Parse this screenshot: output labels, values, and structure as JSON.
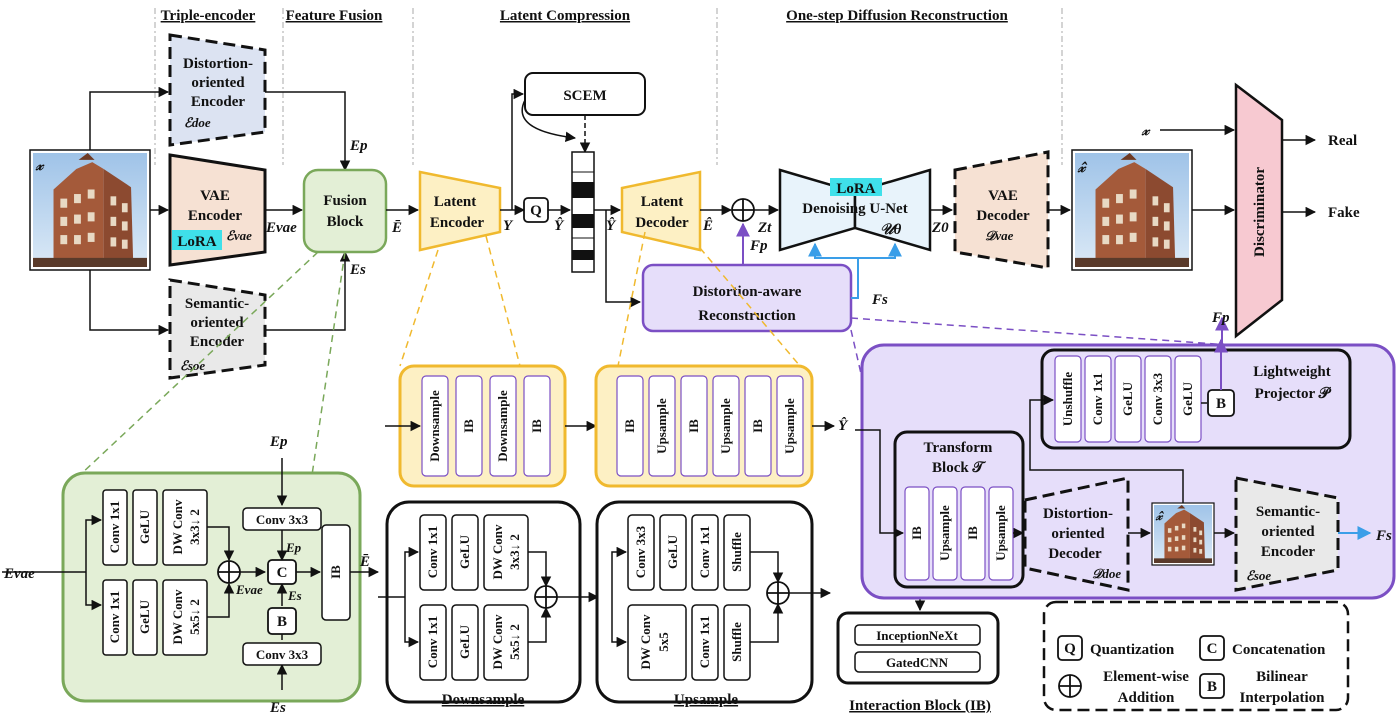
{
  "headers": {
    "triple_encoder": "Triple-encoder",
    "feature_fusion": "Feature Fusion",
    "latent_compression": "Latent Compression",
    "one_step": "One-step Diffusion Reconstruction"
  },
  "encoders": {
    "doe_line1": "Distortion-",
    "doe_line2": "oriented",
    "doe_line3": "Encoder",
    "doe_sym": "ℰdoe",
    "vae_line1": "VAE",
    "vae_line2": "Encoder",
    "vae_sym": "ℰvae",
    "lora": "LoRA",
    "soe_line1": "Semantic-",
    "soe_line2": "oriented",
    "soe_line3": "Encoder",
    "soe_sym": "ℰsoe"
  },
  "symbols": {
    "x": "𝓍",
    "x_hat": "𝓍̂",
    "Ep": "Ep",
    "Es": "Es",
    "Evae": "Evae",
    "E_bar": "Ē",
    "Y": "Y",
    "Y_hat": "Ŷ",
    "E_hat": "Ê",
    "Zt": "Zt",
    "Z0": "Z0",
    "Fp": "Fp",
    "Fs": "Fs",
    "U_theta": "𝒰θ",
    "D_vae": "𝒟vae",
    "D_doe": "𝒟doe",
    "E_soe": "ℰsoe",
    "x_hat_small": "𝓍̂"
  },
  "blocks": {
    "fusion_line1": "Fusion",
    "fusion_line2": "Block",
    "latent_enc_line1": "Latent",
    "latent_enc_line2": "Encoder",
    "latent_dec_line1": "Latent",
    "latent_dec_line2": "Decoder",
    "q": "Q",
    "scem": "SCEM",
    "unet_lora": "LoRA",
    "unet_label": "Denoising U-Net",
    "vae_dec_line1": "VAE",
    "vae_dec_line2": "Decoder",
    "discriminator": "Discriminator",
    "real": "Real",
    "fake": "Fake",
    "dar_line1": "Distortion-aware",
    "dar_line2": "Reconstruction"
  },
  "fusion_detail": {
    "conv1x1": "Conv 1x1",
    "gelu": "GeLU",
    "dwconv3": "DW Conv",
    "dwconv3b": "3x3↓ 2",
    "dwconv5": "DW Conv",
    "dwconv5b": "5x5↓ 2",
    "conv3x3": "Conv 3x3",
    "c": "C",
    "b": "B",
    "ib": "IB"
  },
  "latent_enc_detail": [
    "Downsample",
    "IB",
    "Downsample",
    "IB"
  ],
  "latent_dec_detail": [
    "IB",
    "Upsample",
    "IB",
    "Upsample",
    "IB",
    "Upsample"
  ],
  "downsample_detail": {
    "label": "Downsample",
    "conv1x1": "Conv 1x1",
    "gelu": "GeLU",
    "dw3a": "DW Conv",
    "dw3b": "3x3↓ 2",
    "dw5a": "DW Conv",
    "dw5b": "5x5↓ 2"
  },
  "upsample_detail": {
    "label": "Upsample",
    "conv3x3": "Conv 3x3",
    "gelu": "GeLU",
    "conv1x1": "Conv 1x1",
    "shuffle": "Shuffle",
    "dw5a": "DW Conv",
    "dw5b": "5x5"
  },
  "ib_detail": {
    "label": "Interaction Block (IB)",
    "inception": "InceptionNeXt",
    "gated": "GatedCNN"
  },
  "dar_detail": {
    "projector_line1": "Lightweight",
    "projector_line2": "Projector 𝒫",
    "proj_items": [
      "Unshuffle",
      "Conv 1x1",
      "GeLU",
      "Conv 3x3",
      "GeLU"
    ],
    "b": "B",
    "transform_line1": "Transform",
    "transform_line2": "Block 𝒯",
    "transform_items": [
      "IB",
      "Upsample",
      "IB",
      "Upsample"
    ],
    "dod_line1": "Distortion-",
    "dod_line2": "oriented",
    "dod_line3": "Decoder",
    "sem_line1": "Semantic-",
    "sem_line2": "oriented",
    "sem_line3": "Encoder"
  },
  "legend": {
    "q": "Q",
    "quantization": "Quantization",
    "c": "C",
    "concatenation": "Concatenation",
    "ew_line1": "Element-wise",
    "ew_line2": "Addition",
    "b": "B",
    "bil_line1": "Bilinear",
    "bil_line2": "Interpolation"
  },
  "colors": {
    "doe_fill": "#dce3f2",
    "vae_fill": "#f6e1d3",
    "soe_fill": "#e9e9e9",
    "fusion_fill": "#e3efd6",
    "fusion_stroke": "#7aa85a",
    "gold_fill": "#fdf0c4",
    "gold_stroke": "#f0b92e",
    "purple_fill": "#e6defa",
    "purple_stroke": "#7b4fc4",
    "unet_fill": "#e8f3fb",
    "disc_fill": "#f7c9d1",
    "lora": "#3fe0ea",
    "blue_arrow": "#3a9ee8"
  }
}
